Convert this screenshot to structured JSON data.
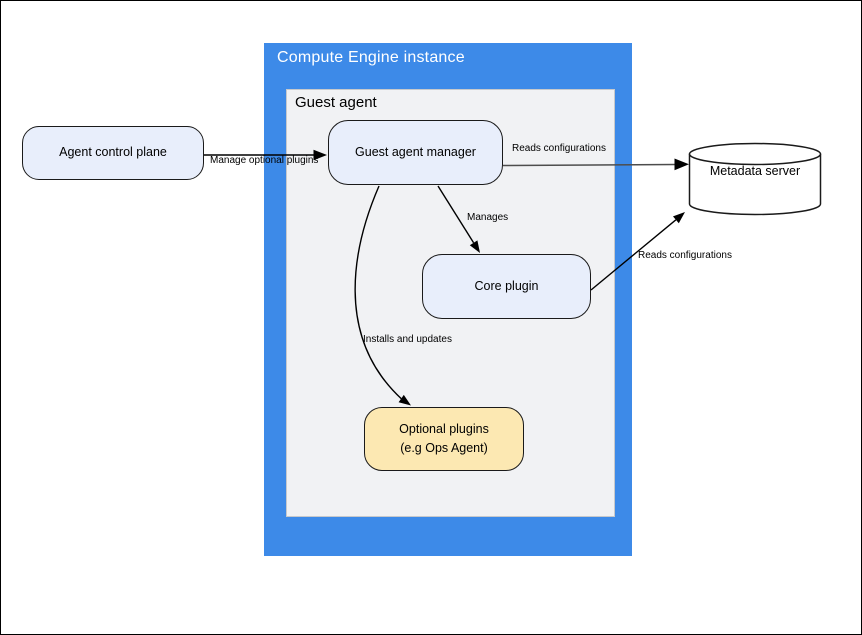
{
  "containers": {
    "compute_engine_instance": {
      "label": "Compute Engine instance",
      "fill": "#3d8ae8",
      "text_color": "#ffffff"
    },
    "guest_agent": {
      "label": "Guest agent",
      "fill": "#f1f2f4",
      "text_color": "#000000"
    }
  },
  "nodes": {
    "agent_control_plane": {
      "label": "Agent control plane",
      "fill": "#e8eefb",
      "shape": "rounded-rect"
    },
    "guest_agent_manager": {
      "label": "Guest agent manager",
      "fill": "#e8eefb",
      "shape": "rounded-rect"
    },
    "core_plugin": {
      "label": "Core plugin",
      "fill": "#e8eefb",
      "shape": "rounded-rect"
    },
    "optional_plugins": {
      "label": "Optional plugins",
      "label_line2": "(e.g  Ops Agent)",
      "fill": "#fce8b2",
      "shape": "rounded-rect"
    },
    "metadata_server": {
      "label": "Metadata server",
      "fill": "#ffffff",
      "shape": "cylinder"
    }
  },
  "edges": [
    {
      "id": "manage-optional-plugins",
      "from": "agent_control_plane",
      "to": "guest_agent_manager",
      "label": "Manage optional plugins"
    },
    {
      "id": "reads-configurations-manager",
      "from": "guest_agent_manager",
      "to": "metadata_server",
      "label": "Reads configurations"
    },
    {
      "id": "manages",
      "from": "guest_agent_manager",
      "to": "core_plugin",
      "label": "Manages"
    },
    {
      "id": "reads-configurations-core",
      "from": "core_plugin",
      "to": "metadata_server",
      "label": "Reads configurations"
    },
    {
      "id": "installs-and-updates",
      "from": "guest_agent_manager",
      "to": "optional_plugins",
      "label": "Installs and updates"
    }
  ]
}
